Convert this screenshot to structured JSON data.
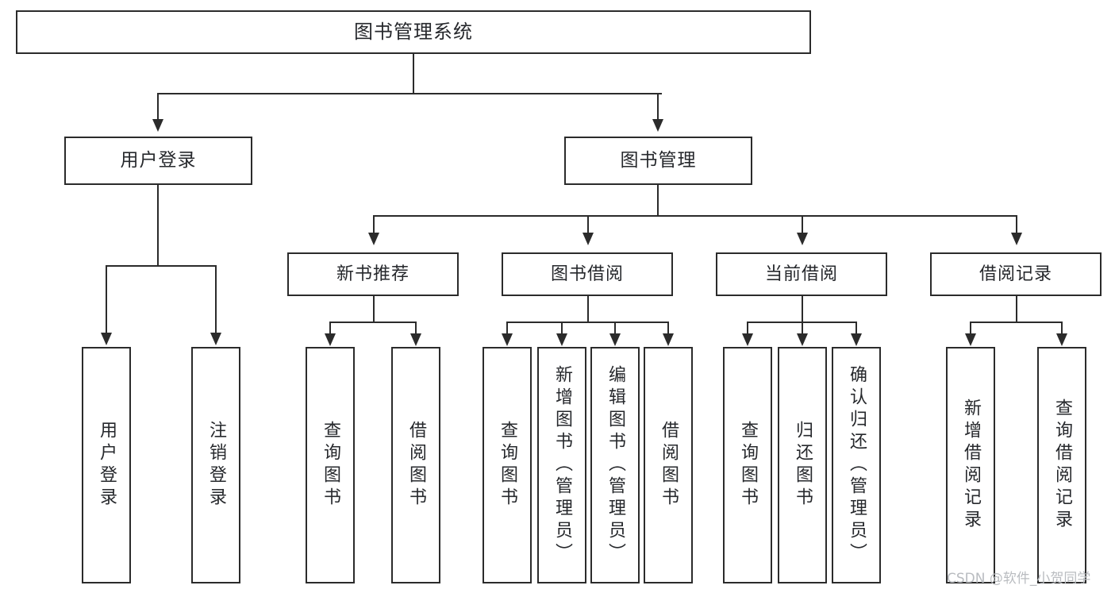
{
  "diagram": {
    "title": "图书管理系统",
    "type": "hierarchical-tree",
    "root": {
      "id": "root",
      "label": "图书管理系统"
    },
    "tier2": [
      {
        "id": "user-login",
        "label": "用户登录"
      },
      {
        "id": "book-management",
        "label": "图书管理"
      }
    ],
    "tier3": [
      {
        "id": "new-book-recommend",
        "label": "新书推荐",
        "parent": "book-management"
      },
      {
        "id": "book-borrow",
        "label": "图书借阅",
        "parent": "book-management"
      },
      {
        "id": "current-borrow",
        "label": "当前借阅",
        "parent": "book-management"
      },
      {
        "id": "borrow-record",
        "label": "借阅记录",
        "parent": "book-management"
      }
    ],
    "leaves": [
      {
        "id": "leaf-user-login",
        "label": "用户登录",
        "parent": "user-login"
      },
      {
        "id": "leaf-logout-login",
        "label": "注销登录",
        "parent": "user-login"
      },
      {
        "id": "leaf-query-book-1",
        "label": "查询图书",
        "parent": "new-book-recommend"
      },
      {
        "id": "leaf-borrow-book-1",
        "label": "借阅图书",
        "parent": "new-book-recommend"
      },
      {
        "id": "leaf-query-book-2",
        "label": "查询图书",
        "parent": "book-borrow"
      },
      {
        "id": "leaf-add-book-admin",
        "label": "新增图书（管理员）",
        "parent": "book-borrow"
      },
      {
        "id": "leaf-edit-book-admin",
        "label": "编辑图书（管理员）",
        "parent": "book-borrow"
      },
      {
        "id": "leaf-borrow-book-2",
        "label": "借阅图书",
        "parent": "book-borrow"
      },
      {
        "id": "leaf-query-book-3",
        "label": "查询图书",
        "parent": "current-borrow"
      },
      {
        "id": "leaf-return-book",
        "label": "归还图书",
        "parent": "current-borrow"
      },
      {
        "id": "leaf-confirm-return-admin",
        "label": "确认归还（管理员）",
        "parent": "current-borrow"
      },
      {
        "id": "leaf-add-borrow-record",
        "label": "新增借阅记录",
        "parent": "borrow-record"
      },
      {
        "id": "leaf-query-borrow-record",
        "label": "查询借阅记录",
        "parent": "borrow-record"
      }
    ]
  },
  "watermark": {
    "text": "CSDN @软件_小贺同学"
  },
  "colors": {
    "stroke": "#2b2b2b",
    "text": "#26282c",
    "background": "#ffffff",
    "watermark": "#b9bcc0"
  }
}
